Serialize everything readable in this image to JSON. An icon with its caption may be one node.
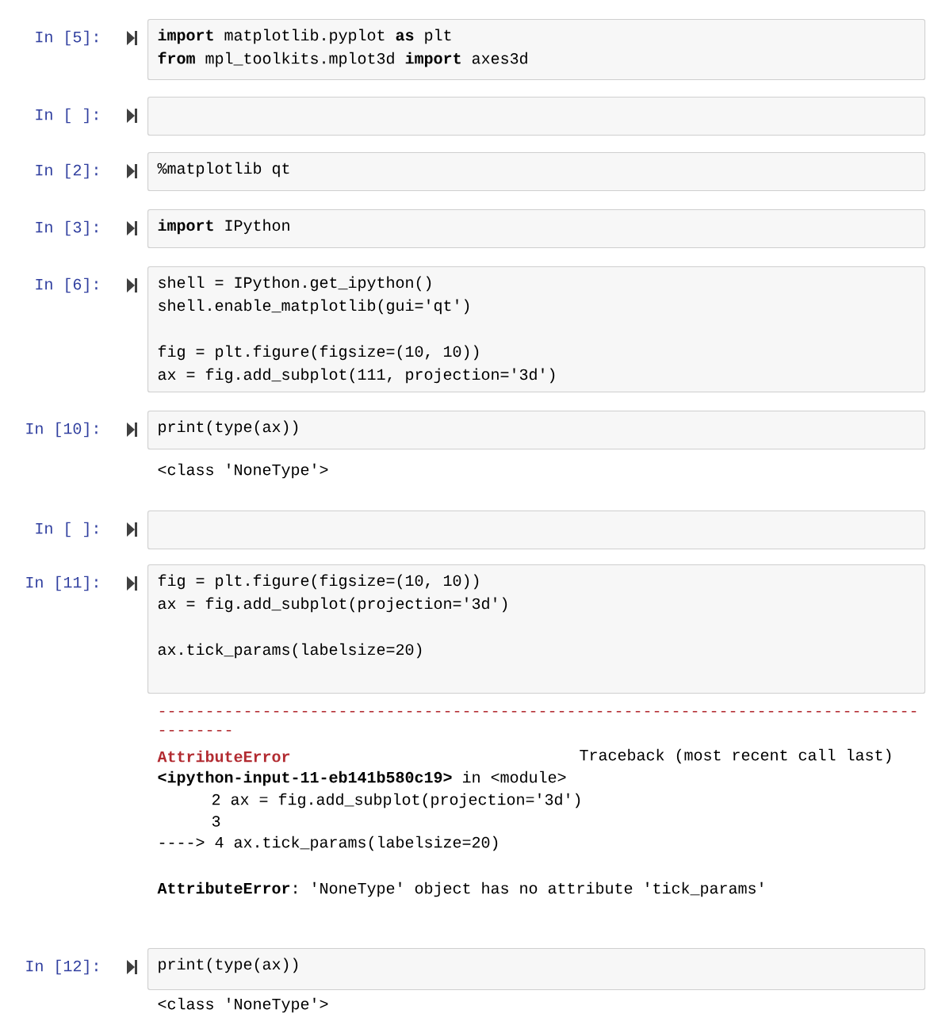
{
  "diagram": {
    "nodes": [
      {
        "text": [
          "**import** matplotlib.pyplot **as** plt",
          "**from** mpl_toolkits.mplot3d **import** axes3d"
        ],
        "beside": [
          "In [5]:"
        ]
      },
      {
        "text": [],
        "shape": "box",
        "beside": [
          "In [ ]:"
        ]
      },
      {
        "text": [
          "%matplotlib qt"
        ],
        "beside": [
          "In [2]:"
        ]
      },
      {
        "text": [
          "**import** IPython"
        ],
        "beside": [
          "In [3]:"
        ]
      },
      {
        "text": [
          "shell = IPython.get_ipython()",
          "shell.enable_matplotlib(gui='qt')",
          "fig = plt.figure(figsize=(10, 10))",
          "ax = fig.add_subplot(111, projection='3d')"
        ],
        "beside": [
          "In [6]:"
        ]
      },
      {
        "text": [
          "print(type(ax))"
        ],
        "beside": [
          "In [10]:"
        ]
      },
      {
        "text": [],
        "shape": "box",
        "beside": [
          "In [ ]:"
        ]
      },
      {
        "text": [
          "fig = plt.figure(figsize=(10, 10))",
          "ax = fig.add_subplot(projection='3d')",
          "ax.tick_params(labelsize=20)"
        ],
        "beside": [
          "In [11]:"
        ]
      },
      {
        "text": [
          "print(type(ax))"
        ],
        "beside": [
          "In [12]:"
        ]
      }
    ],
    "labels": [
      "<class 'NoneType'>",
      "--------------------------------------------------------------------------------",
      "--------",
      "AttributeError",
      "Traceback (most recent call last)",
      "**<ipython-input-11-eb141b580c19>** in <module>",
      "2 ax = fig.add_subplot(projection='3d')",
      "3",
      "----> 4 ax.tick_params(labelsize=20)",
      "**AttributeError**: 'NoneType' object has no attribute 'tick_params'",
      "<class 'NoneType'>"
    ]
  }
}
